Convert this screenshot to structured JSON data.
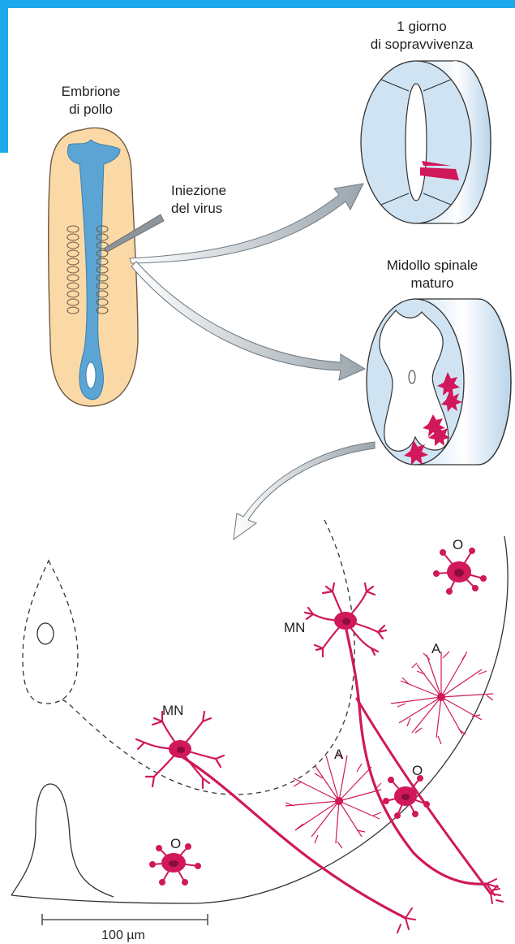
{
  "labels": {
    "embryo_line1": "Embrione",
    "embryo_line2": "di pollo",
    "injection_line1": "Iniezione",
    "injection_line2": "del virus",
    "survival_line1": "1 giorno",
    "survival_line2": "di sopravvivenza",
    "mature_line1": "Midollo spinale",
    "mature_line2": "maturo",
    "mn_upper": "MN",
    "mn_lower": "MN",
    "a_right": "A",
    "a_middle": "A",
    "o_top": "O",
    "o_right": "O",
    "o_left": "O",
    "scale": "100 µm"
  },
  "colors": {
    "accent_bar": "#1ea8ec",
    "embryo_fill": "#fbd9a6",
    "neural_tube": "#5ba4d4",
    "cylinder_fill": "#cfe3f3",
    "neuron": "#d0185a",
    "arrow": "#a9b4bb"
  },
  "icons": {
    "injection": "syringe-needle-icon",
    "arrows": "curved-arrow-icon"
  }
}
